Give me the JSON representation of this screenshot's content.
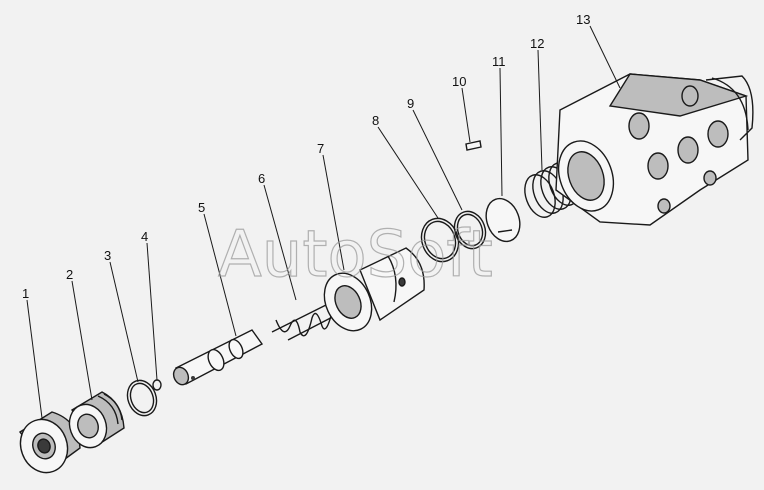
{
  "watermark": "AutoSoft",
  "callouts": [
    "1",
    "2",
    "3",
    "4",
    "5",
    "6",
    "7",
    "8",
    "9",
    "10",
    "11",
    "12",
    "13"
  ]
}
